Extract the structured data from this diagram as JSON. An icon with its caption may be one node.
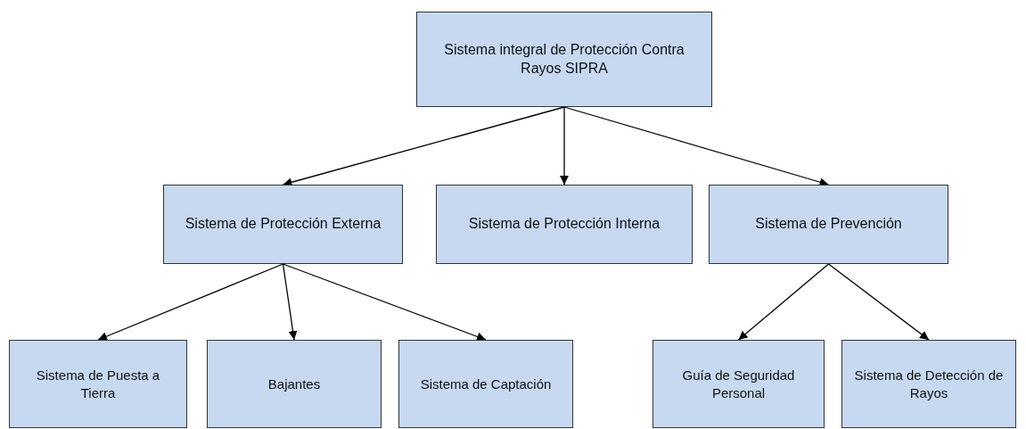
{
  "diagram": {
    "nodes": [
      {
        "text": [
          "Sistema integral de Protección Contra Rayos SIPRA"
        ]
      },
      {
        "text": [
          "Sistema de Protección Externa"
        ]
      },
      {
        "text": [
          "Sistema de Protección Interna"
        ]
      },
      {
        "text": [
          "Sistema de Prevención"
        ]
      },
      {
        "text": [
          "Sistema de Puesta a Tierra"
        ]
      },
      {
        "text": [
          "Bajantes"
        ]
      },
      {
        "text": [
          "Sistema de Captación"
        ]
      },
      {
        "text": [
          "Guía de Seguridad Personal"
        ]
      },
      {
        "text": [
          "Sistema de Detección de Rayos"
        ]
      }
    ],
    "edges": [
      {
        "from": 0,
        "to": 1,
        "arrow": "to"
      },
      {
        "from": 0,
        "to": 2,
        "arrow": "to"
      },
      {
        "from": 0,
        "to": 3,
        "arrow": "to"
      },
      {
        "from": 1,
        "to": 4,
        "arrow": "to"
      },
      {
        "from": 1,
        "to": 5,
        "arrow": "to"
      },
      {
        "from": 1,
        "to": 6,
        "arrow": "to"
      },
      {
        "from": 3,
        "to": 7,
        "arrow": "to"
      },
      {
        "from": 3,
        "to": 8,
        "arrow": "to"
      }
    ]
  }
}
